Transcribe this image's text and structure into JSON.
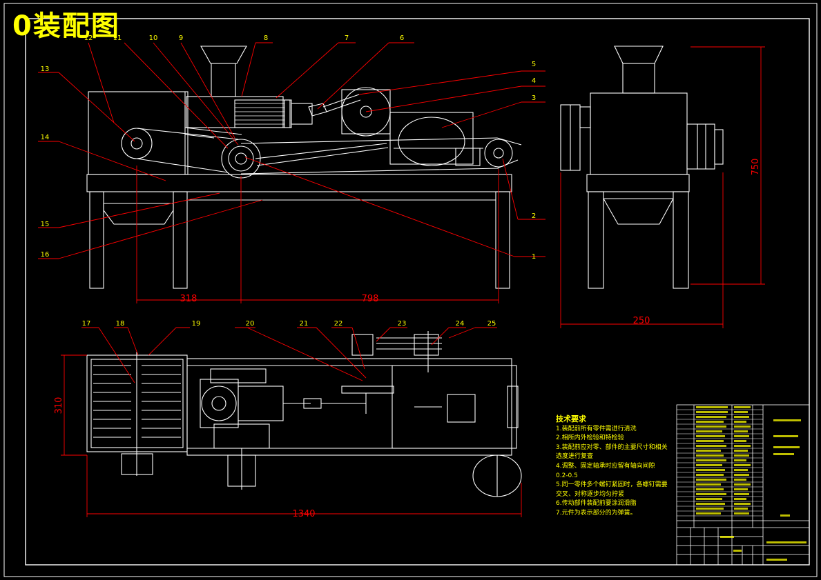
{
  "title": "0装配图",
  "balloons": [
    "1",
    "2",
    "3",
    "4",
    "5",
    "6",
    "7",
    "8",
    "9",
    "10",
    "11",
    "12",
    "13",
    "14",
    "15",
    "16",
    "17",
    "18",
    "19",
    "20",
    "21",
    "22",
    "23",
    "24",
    "25"
  ],
  "dimensions": {
    "front_left": "318",
    "front_right": "798",
    "side_height": "750",
    "side_width": "250",
    "top_height": "310",
    "top_length": "1340"
  },
  "technical_requirements": {
    "heading": "技术要求",
    "items": [
      "1.装配前所有零件需进行清洗",
      "2.相所内外检验和特检验",
      "3.装配前应对零、部件的主要尺寸和相关",
      "选度进行复查",
      "4.调整、固定轴承时应留有轴向间隙",
      "0.2-0.5",
      "5.同一零件多个螺钉紧固时，各螺钉需要",
      "交叉、对称逐步均匀拧紧",
      "6.传动部件装配前要涂润滑脂",
      "7.元件为表示部分的为弹簧。"
    ]
  },
  "colors": {
    "background": "#000000",
    "outline": "#ffffff",
    "leader": "#ff0000",
    "dimension": "#ff0000",
    "annotation": "#ffff00"
  }
}
